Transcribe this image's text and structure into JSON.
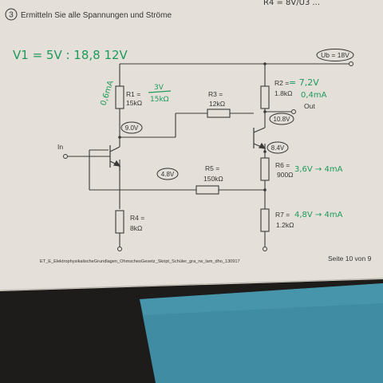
{
  "header": {
    "task_number": "3",
    "task_title": "Ermitteln Sie alle Spannungen und Ströme",
    "handwritten_top_right": "R4 = 8V/U3 ...",
    "handwritten_formula": "V1 = 5V : 18,8 12V"
  },
  "components": {
    "R1": {
      "name": "R1 =",
      "value": "15kΩ"
    },
    "R2": {
      "name": "R2 =",
      "value": "1.8kΩ"
    },
    "R3": {
      "name": "R3 =",
      "value": "12kΩ"
    },
    "R4": {
      "name": "R4 =",
      "value": "8kΩ"
    },
    "R5": {
      "name": "R5 =",
      "value": "150kΩ"
    },
    "R6": {
      "name": "R6 =",
      "value": "900Ω"
    },
    "R7": {
      "name": "R7 =",
      "value": "1.2kΩ"
    }
  },
  "node_labels": {
    "supply": "Ub = 18V",
    "input": "In",
    "output": "Out",
    "v_base_q1": "9.0V",
    "v_emitter_q1": "4.8V",
    "v_collector_q2": "10.8V",
    "v_emitter_q2": "8.4V"
  },
  "annotations": {
    "r1_current": "0,6mA",
    "r1_fraction_top": "3V",
    "r1_fraction_bottom": "15kΩ",
    "r2_voltage": "= 7,2V",
    "r2_current": "0,4mA",
    "r6_note": "3,6V → 4mA",
    "r7_note": "4,8V → 4mA"
  },
  "footer": {
    "filename": "ET_E_ElektrophysikalischeGrundlagen_OhmschesGesetz_Skript_Schüler_gra_rw_lam_dho_130917",
    "page": "Seite 10 von 9"
  },
  "colors": {
    "paper": "#e4e0d9",
    "ink": "#2b2b2b",
    "handwriting_green": "#1e9a5a",
    "dark_background": "#1d1c1a",
    "blue_sheet": "#3f8ca3"
  }
}
